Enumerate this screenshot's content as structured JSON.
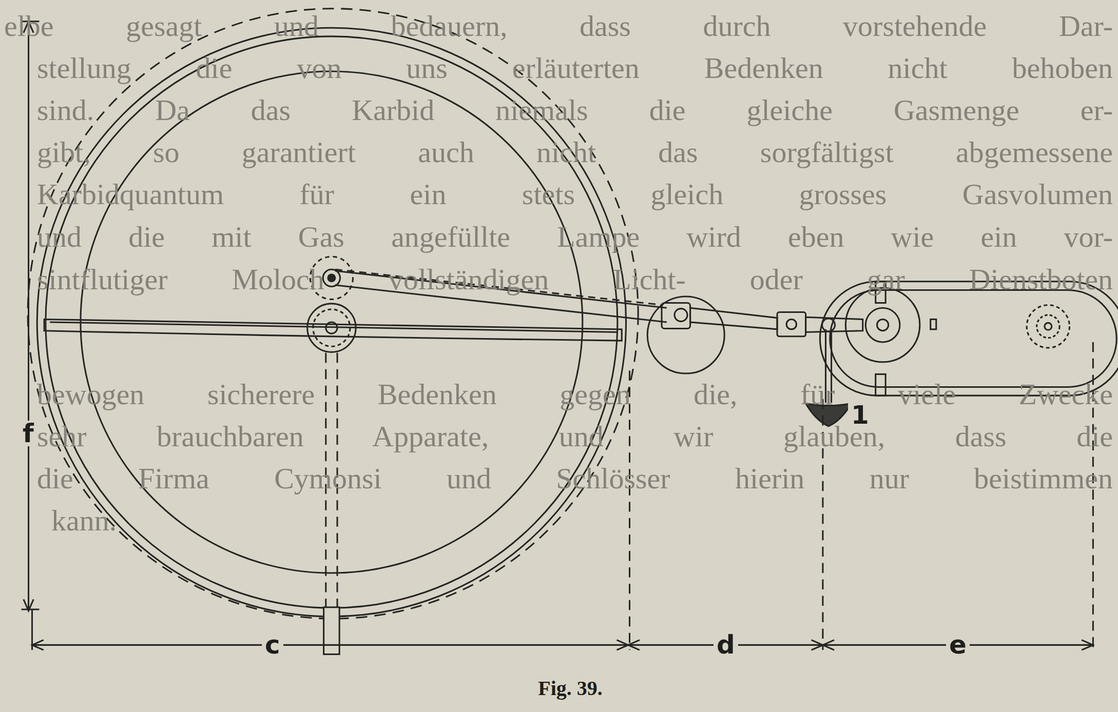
{
  "diagram": {
    "caption": "Fig. 39.",
    "labels": [
      "elbe gesagt und bedauern, dass durch vorstehende Dar-",
      "stellung die von uns erläuterten Bedenken nicht behoben",
      "sind. Da das Karbid niemals die gleiche Gasmenge er-",
      "gibt, so garantiert auch nicht das sorgfältigst abgemessene",
      "Karbidquantum für ein stets gleich grosses Gasvolumen",
      "und die mit Gas angefüllte Lampe wird eben wie ein vor-",
      "sintflutiger Moloch vollständigen Licht- oder gar Dienstboten",
      "bewogen sicherere Bedenken gegen die, für viele Zwecke",
      "sehr brauchbaren Apparate, und wir glauben, dass die",
      "die Firma Cymonsi und Schlösser hierin nur beistimmen",
      "kann.",
      "f",
      "c",
      "d",
      "e",
      "1"
    ]
  }
}
